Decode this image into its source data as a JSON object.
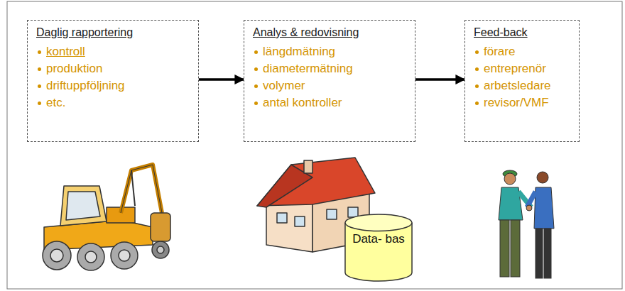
{
  "diagram": {
    "nodes": [
      {
        "text": [
          "Daglig rapportering",
          "kontroll",
          "produktion",
          "driftuppföljning",
          "etc."
        ]
      },
      {
        "text": [
          "Analys & redovisning",
          "längdmätning",
          "diametermätning",
          "volymer",
          "antal kontroller"
        ]
      },
      {
        "text": [
          "Feed-back",
          "förare",
          "entreprenör",
          "arbetsledare",
          "revisor/VMF"
        ]
      },
      {
        "text": [
          "Data- bas"
        ]
      }
    ],
    "edges": [
      {
        "from": 0,
        "to": 1,
        "arrow": "to"
      },
      {
        "from": 1,
        "to": 2,
        "arrow": "to"
      }
    ]
  }
}
